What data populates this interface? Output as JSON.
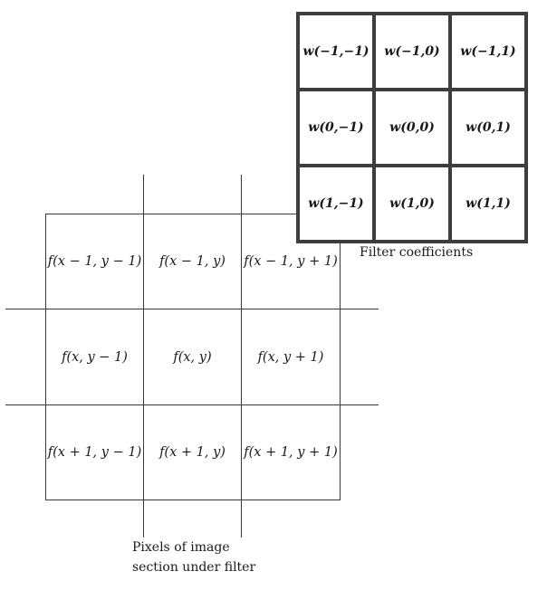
{
  "image_section": {
    "cells": [
      [
        "f(x − 1, y − 1)",
        "f(x − 1, y)",
        "f(x − 1, y + 1)"
      ],
      [
        "f(x, y − 1)",
        "f(x, y)",
        "f(x, y + 1)"
      ],
      [
        "f(x + 1, y − 1)",
        "f(x + 1, y)",
        "f(x + 1, y + 1)"
      ]
    ],
    "caption_line1": "Pixels of image",
    "caption_line2": "section under filter"
  },
  "filter": {
    "cells": [
      [
        "w(−1,−1)",
        "w(−1,0)",
        "w(−1,1)"
      ],
      [
        "w(0,−1)",
        "w(0,0)",
        "w(0,1)"
      ],
      [
        "w(1,−1)",
        "w(1,0)",
        "w(1,1)"
      ]
    ],
    "caption": "Filter coefficients"
  }
}
